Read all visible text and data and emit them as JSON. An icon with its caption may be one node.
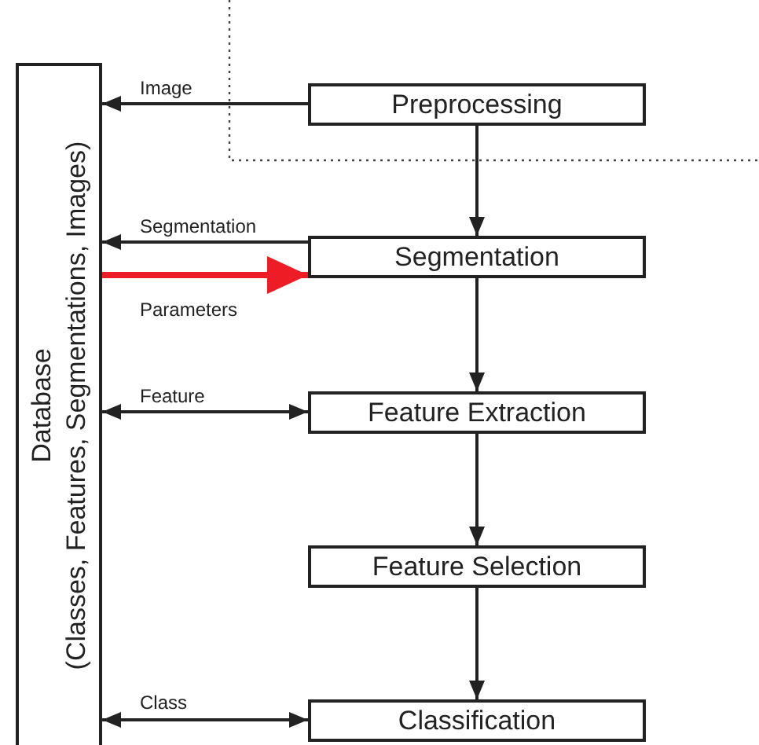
{
  "diagram": {
    "nodes": [
      {
        "text": [
          "Database",
          "(Classes, Features, Segmentations, Images)"
        ]
      },
      {
        "text": [
          "Preprocessing"
        ]
      },
      {
        "text": [
          "Segmentation"
        ]
      },
      {
        "text": [
          "Feature Extraction"
        ]
      },
      {
        "text": [
          "Feature Selection"
        ]
      },
      {
        "text": [
          "Classification"
        ]
      }
    ],
    "edges": [
      {
        "from": 1,
        "to": 0,
        "arrow": "to",
        "label": "Image"
      },
      {
        "from": 1,
        "to": 2,
        "arrow": "to"
      },
      {
        "from": 2,
        "to": 0,
        "arrow": "to",
        "label": "Segmentation"
      },
      {
        "from": 0,
        "to": 2,
        "arrow": "to",
        "label": "Parameters",
        "style": "thick",
        "color": "#ee1c25"
      },
      {
        "from": 2,
        "to": 3,
        "arrow": "to"
      },
      {
        "from": 3,
        "to": 0,
        "arrow": "both",
        "label": "Feature"
      },
      {
        "from": 3,
        "to": 4,
        "arrow": "to"
      },
      {
        "from": 4,
        "to": 5,
        "arrow": "to"
      },
      {
        "from": 5,
        "to": 0,
        "arrow": "both",
        "label": "Class"
      }
    ]
  }
}
